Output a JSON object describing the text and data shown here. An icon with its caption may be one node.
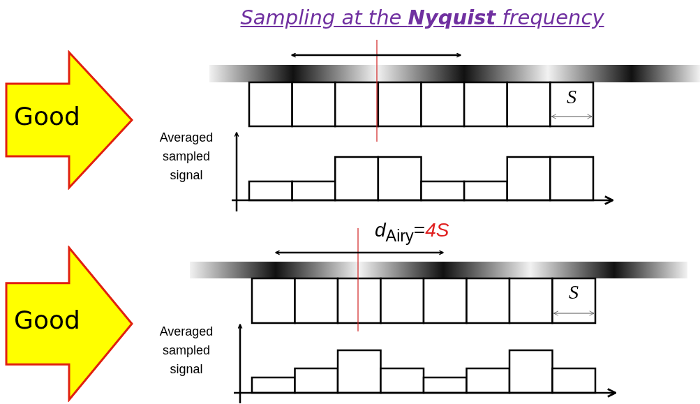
{
  "diagram": {
    "title": "Sampling at the **Nyquist** frequency",
    "nodes": [
      {
        "text": [
          "Good"
        ]
      },
      {
        "text": [
          "Good"
        ]
      }
    ],
    "labels": [
      "S",
      "Averaged sampled signal",
      "*d*$_{Airy}$=*4S*",
      "S",
      "Averaged sampled signal"
    ]
  }
}
